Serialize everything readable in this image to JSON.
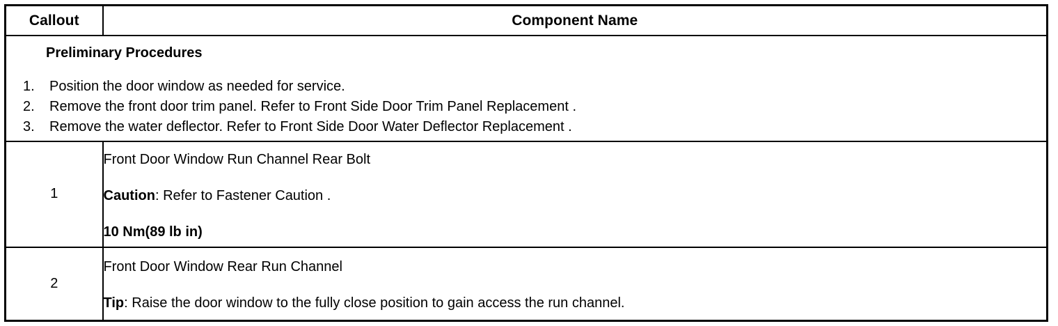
{
  "table": {
    "columns": [
      {
        "key": "callout",
        "label": "Callout"
      },
      {
        "key": "component",
        "label": "Component Name"
      }
    ],
    "preliminary": {
      "title": "Preliminary Procedures",
      "steps": [
        {
          "num": "1.",
          "text": "Position the door window as needed for service."
        },
        {
          "num": "2.",
          "text": "Remove the front door trim panel. Refer to Front Side Door Trim Panel Replacement ."
        },
        {
          "num": "3.",
          "text": "Remove the water deflector. Refer to Front Side Door Water Deflector Replacement ."
        }
      ]
    },
    "rows": [
      {
        "callout": "1",
        "name": "Front Door Window Run Channel Rear Bolt",
        "note_label": "Caution",
        "note_sep": ": ",
        "note_text": "Refer to Fastener Caution .",
        "torque": "10 Nm(89 lb in)"
      },
      {
        "callout": "2",
        "name": "Front Door Window Rear Run Channel",
        "note_label": "Tip",
        "note_sep": ": ",
        "note_text": "Raise the door window to the fully close position to gain access the run channel.",
        "torque": ""
      }
    ]
  },
  "colors": {
    "border": "#000000",
    "text": "#000000",
    "background": "#ffffff"
  }
}
